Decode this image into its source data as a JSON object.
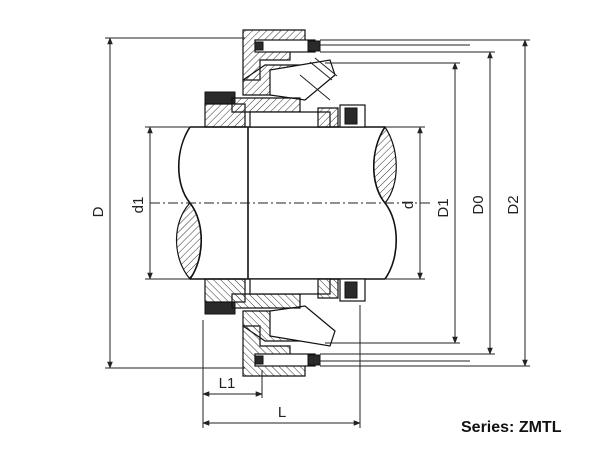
{
  "labels": {
    "D": "D",
    "d1": "d1",
    "d": "d",
    "D1": "D1",
    "D0": "D0",
    "D2": "D2",
    "L1": "L1",
    "L": "L"
  },
  "caption": "Series: ZMTL"
}
